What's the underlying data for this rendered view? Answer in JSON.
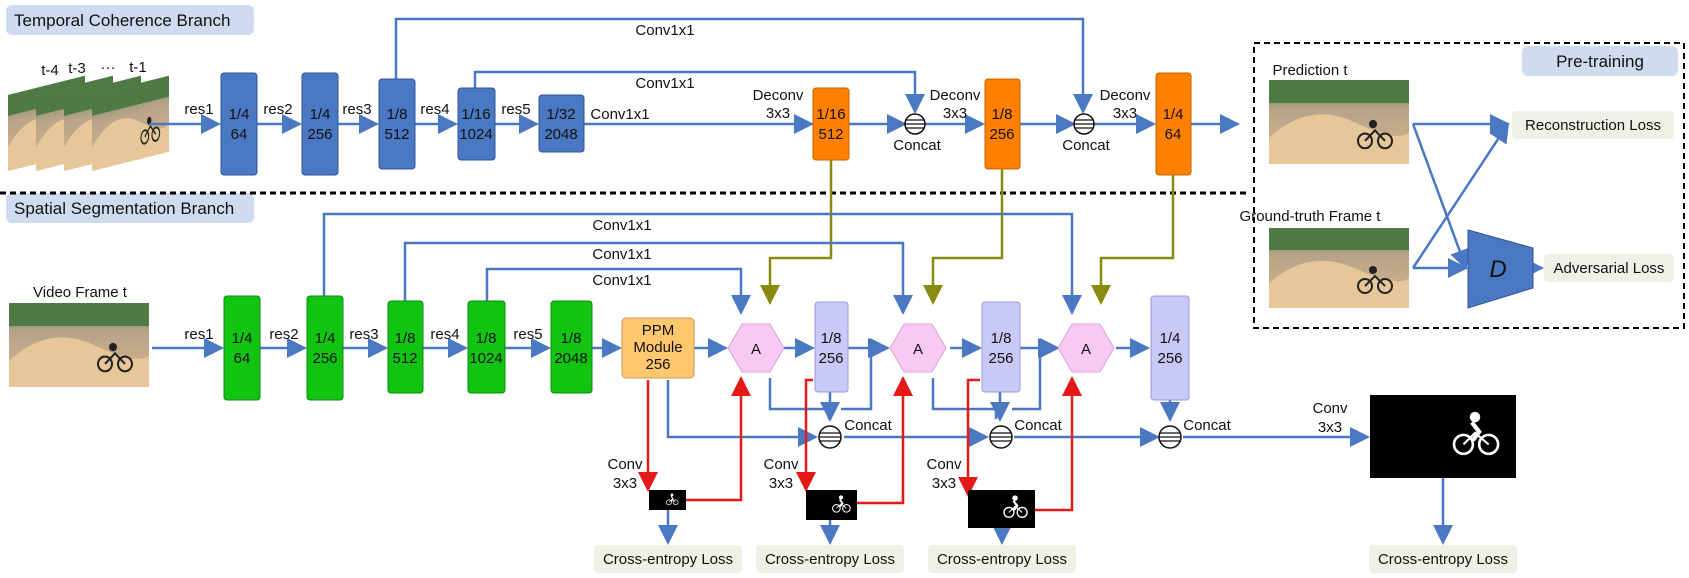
{
  "sections": {
    "temporal": "Temporal Coherence Branch",
    "spatial": "Spatial Segmentation Branch",
    "pretraining": "Pre-training"
  },
  "temporal": {
    "frames": [
      "t-4",
      "t-3",
      "···",
      "t-1"
    ],
    "stage_labels": [
      "res1",
      "res2",
      "res3",
      "res4",
      "res5"
    ],
    "blocks": [
      {
        "scale": "1/4",
        "ch": "64"
      },
      {
        "scale": "1/4",
        "ch": "256"
      },
      {
        "scale": "1/8",
        "ch": "512"
      },
      {
        "scale": "1/16",
        "ch": "1024"
      },
      {
        "scale": "1/32",
        "ch": "2048"
      }
    ],
    "conv_after_res5": "Conv1x1",
    "skip_top": "Conv1x1",
    "skip_mid": "Conv1x1",
    "deconv_label_1": "Deconv",
    "deconv_label_2": "3x3",
    "decoder": [
      {
        "scale": "1/16",
        "ch": "512"
      },
      {
        "scale": "1/8",
        "ch": "256"
      },
      {
        "scale": "1/4",
        "ch": "64"
      }
    ],
    "concat": "Concat"
  },
  "pretrain": {
    "prediction": "Prediction t",
    "ground_truth": "Ground-truth Frame t",
    "recon_loss": "Reconstruction Loss",
    "adv_loss": "Adversarial Loss",
    "discriminator": "D"
  },
  "spatial": {
    "video_frame": "Video Frame t",
    "stage_labels": [
      "res1",
      "res2",
      "res3",
      "res4",
      "res5"
    ],
    "blocks": [
      {
        "scale": "1/4",
        "ch": "64"
      },
      {
        "scale": "1/4",
        "ch": "256"
      },
      {
        "scale": "1/8",
        "ch": "512"
      },
      {
        "scale": "1/8",
        "ch": "1024"
      },
      {
        "scale": "1/8",
        "ch": "2048"
      }
    ],
    "skip_labels": [
      "Conv1x1",
      "Conv1x1",
      "Conv1x1"
    ],
    "ppm": [
      "PPM",
      "Module",
      "256"
    ],
    "attention": "A",
    "refine": [
      {
        "scale": "1/8",
        "ch": "256"
      },
      {
        "scale": "1/8",
        "ch": "256"
      },
      {
        "scale": "1/4",
        "ch": "256"
      }
    ],
    "concat": "Concat",
    "conv_label_1": "Conv",
    "conv_label_2": "3x3",
    "ce_loss": "Cross-entropy Loss"
  },
  "colors": {
    "arrow": "#4a78c2",
    "blue_block": "#4a78c2",
    "green_block": "#12c412",
    "orange_block": "#ff8000",
    "ppm_block": "#ffc76e",
    "lavender_block": "#c9c9f7",
    "attention": "#f7c9f3",
    "red_arrow": "#e61919",
    "olive_arrow": "#8a8a10",
    "section_bg": "#cfdcef",
    "loss_bg": "#f0f1e6"
  }
}
